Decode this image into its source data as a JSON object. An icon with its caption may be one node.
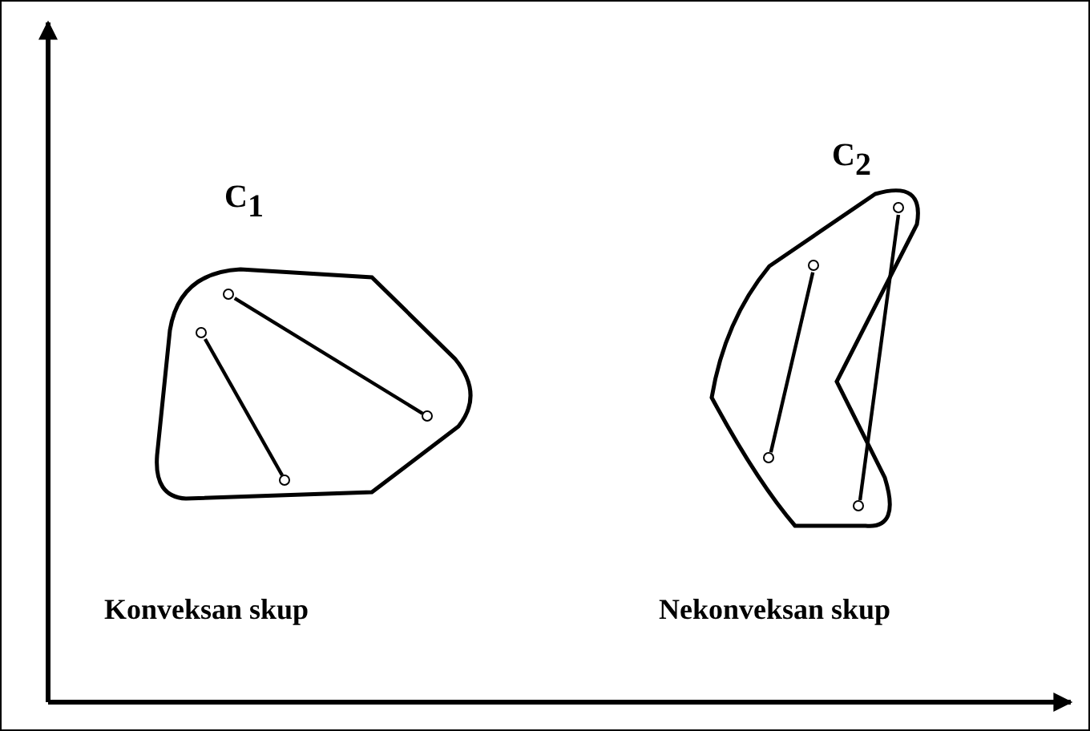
{
  "diagram": {
    "nodes": [
      {
        "text": [
          "C$_{1}$"
        ],
        "beside": [
          "Konveksan skup"
        ]
      },
      {
        "text": [],
        "shape": "circle",
        "in": 0
      },
      {
        "text": [],
        "shape": "circle",
        "in": 0
      },
      {
        "text": [],
        "shape": "circle",
        "in": 0
      },
      {
        "text": [],
        "shape": "circle",
        "in": 0
      },
      {
        "text": [
          "C$_{2}$"
        ],
        "beside": [
          "Nekonveksan skup"
        ]
      },
      {
        "text": [],
        "shape": "circle",
        "in": 5
      },
      {
        "text": [],
        "shape": "circle",
        "in": 5
      },
      {
        "text": [],
        "shape": "circle",
        "in": 5
      },
      {
        "text": [],
        "shape": "circle",
        "in": 5
      }
    ],
    "edges": [
      {
        "from": 1,
        "to": 2,
        "arrow": "none"
      },
      {
        "from": 3,
        "to": 4,
        "arrow": "none"
      },
      {
        "from": 6,
        "to": 7,
        "arrow": "none"
      },
      {
        "from": 8,
        "to": 9,
        "arrow": "none"
      }
    ]
  }
}
